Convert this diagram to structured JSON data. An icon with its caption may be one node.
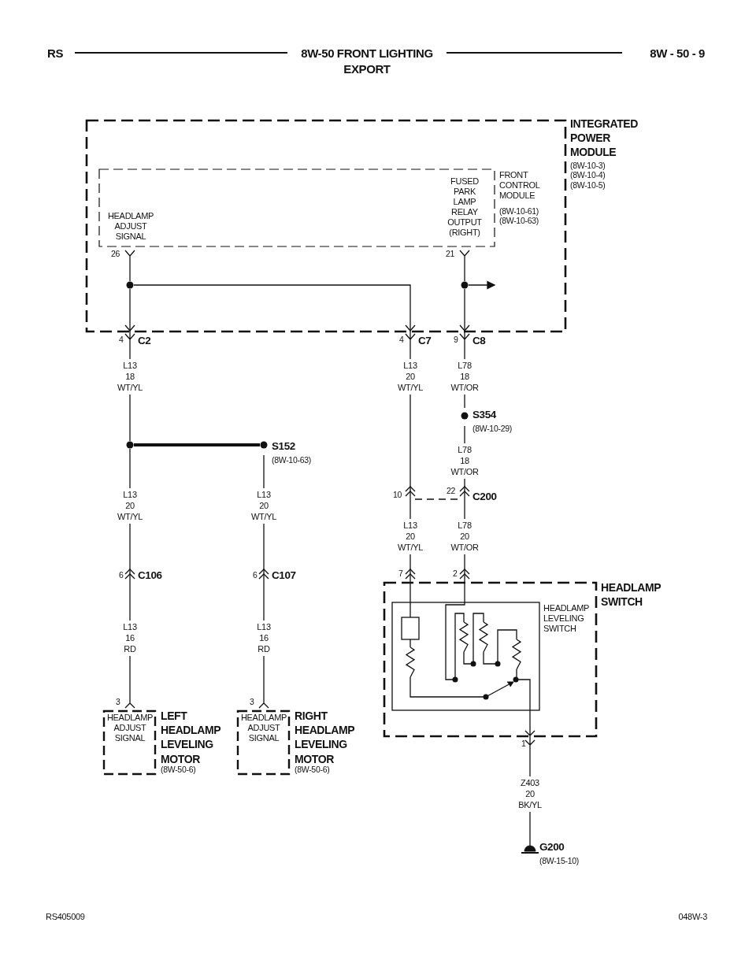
{
  "diagram": {
    "title": "8W-50 FRONT LIGHTING EXPORT",
    "nodes": [
      {
        "text": [
          "INTEGRATED POWER MODULE",
          "(8W-10-3) (8W-10-4) (8W-10-5)"
        ]
      },
      {
        "text": [
          "HEADLAMP ADJUST SIGNAL",
          "FUSED PARK LAMP RELAY OUTPUT (RIGHT)",
          "FRONT CONTROL MODULE",
          "(8W-10-61) (8W-10-63)",
          "26",
          "21"
        ],
        "in": 0
      },
      {
        "text": [],
        "shape": "circle",
        "in": 0
      },
      {
        "text": [],
        "shape": "circle",
        "in": 0
      },
      {
        "text": [
          "4",
          "C2"
        ]
      },
      {
        "text": [
          "4",
          "C7"
        ]
      },
      {
        "text": [
          "9",
          "C8"
        ]
      },
      {
        "text": [
          "S354",
          "(8W-10-29)"
        ]
      },
      {
        "text": [],
        "shape": "circle"
      },
      {
        "text": [
          "S152",
          "(8W-10-63)"
        ]
      },
      {
        "text": [
          "10",
          "22",
          "C200"
        ]
      },
      {
        "text": [
          "6",
          "C106"
        ]
      },
      {
        "text": [
          "6",
          "C107"
        ]
      },
      {
        "text": [
          "3",
          "HEADLAMP ADJUST SIGNAL",
          "LEFT HEADLAMP LEVELING MOTOR",
          "(8W-50-6)"
        ]
      },
      {
        "text": [
          "3",
          "HEADLAMP ADJUST SIGNAL",
          "RIGHT HEADLAMP LEVELING MOTOR",
          "(8W-50-6)"
        ]
      },
      {
        "text": [
          "7",
          "2",
          "HEADLAMP SWITCH",
          "1"
        ]
      },
      {
        "text": [
          "HEADLAMP LEVELING SWITCH"
        ],
        "in": 15
      },
      {
        "text": [
          "G200",
          "(8W-15-10)"
        ]
      }
    ],
    "edges": [
      {
        "from": 1,
        "to": 2,
        "arrow": "none"
      },
      {
        "from": 2,
        "to": 4,
        "arrow": "to"
      },
      {
        "from": 2,
        "to": 5,
        "arrow": "to"
      },
      {
        "from": 1,
        "to": 3,
        "arrow": "none"
      },
      {
        "from": 3,
        "to": 6,
        "arrow": "to"
      },
      {
        "from": 3,
        "to": null,
        "arrow": "to"
      },
      {
        "from": 4,
        "to": 8,
        "arrow": "none",
        "label": "L13 18 WT/YL"
      },
      {
        "from": 8,
        "to": 9,
        "arrow": "none",
        "style": "thick"
      },
      {
        "from": 8,
        "to": 11,
        "arrow": "other",
        "label": "L13 20 WT/YL"
      },
      {
        "from": 9,
        "to": 12,
        "arrow": "other",
        "label": "L13 20 WT/YL"
      },
      {
        "from": 11,
        "to": 13,
        "arrow": "none",
        "label": "L13 16 RD"
      },
      {
        "from": 12,
        "to": 14,
        "arrow": "none",
        "label": "L13 16 RD"
      },
      {
        "from": 5,
        "to": 10,
        "arrow": "other",
        "label": "L13 20 WT/YL"
      },
      {
        "from": 6,
        "to": 7,
        "arrow": "none",
        "label": "L78 18 WT/OR"
      },
      {
        "from": 7,
        "to": 10,
        "arrow": "other",
        "label": "L78 18 WT/OR"
      },
      {
        "from": 10,
        "to": 15,
        "arrow": "other",
        "label": "L13 20 WT/YL"
      },
      {
        "from": 10,
        "to": 15,
        "arrow": "other",
        "label": "L78 20 WT/OR"
      },
      {
        "from": 15,
        "to": 17,
        "arrow": "none",
        "label": "Z403 20 BK/YL"
      },
      {
        "from": 15,
        "to": 16,
        "arrow": "none"
      },
      {
        "from": 15,
        "to": 16,
        "arrow": "none"
      }
    ],
    "labels": [
      "RS",
      "8W - 50 - 9",
      "RS405009",
      "048W-3"
    ]
  }
}
